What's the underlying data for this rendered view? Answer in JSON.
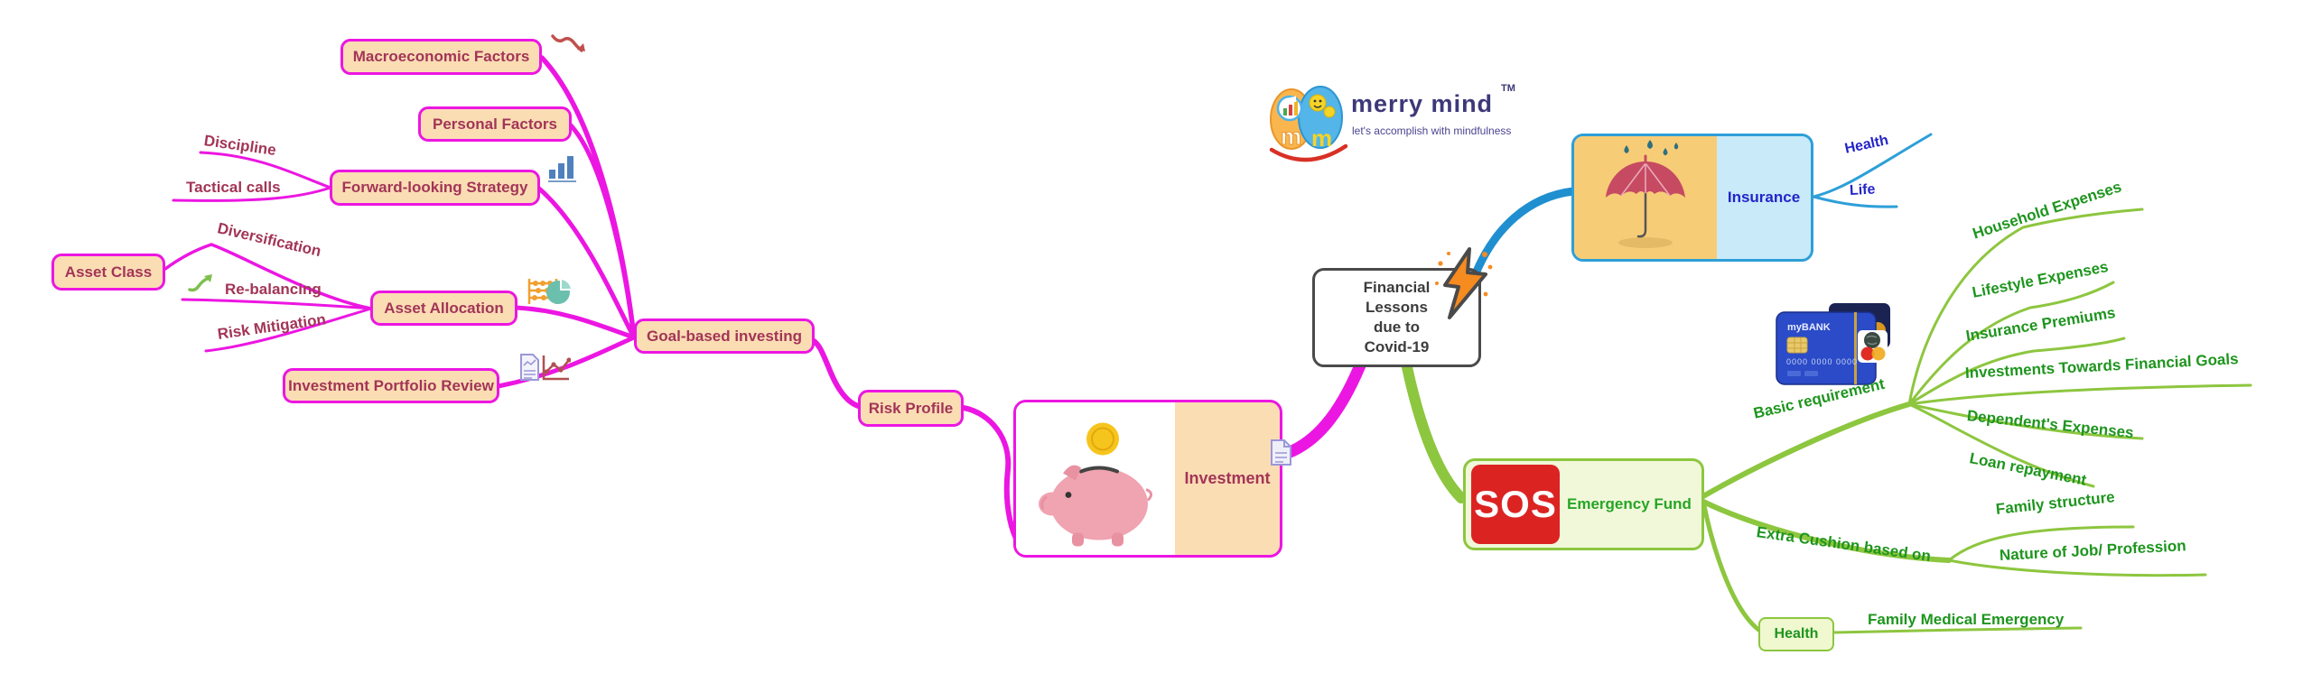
{
  "brand": {
    "name": "merry mind",
    "tm": "TM",
    "tagline": "let's accomplish with mindfulness"
  },
  "central": {
    "title": "Financial\nLessons\ndue to\nCovid-19"
  },
  "branches": {
    "insurance": {
      "label": "Insurance",
      "health": "Health",
      "life": "Life"
    },
    "emergency_fund": {
      "label": "Emergency Fund",
      "badge": "SOS",
      "basic_requirement": {
        "label": "Basic requirement",
        "card": "myBANK",
        "household": "Household Expenses",
        "lifestyle": "Lifestyle Expenses",
        "premiums": "Insurance Premiums",
        "investments": "Investments Towards Financial Goals",
        "dependents": "Dependent's Expenses",
        "loan": "Loan repayment"
      },
      "extra_cushion": {
        "label": "Extra Cushion based on",
        "family_structure": "Family structure",
        "nature_of_job": "Nature of Job/ Profession"
      },
      "health": {
        "label": "Health",
        "family_medical": "Family Medical Emergency"
      }
    },
    "investment": {
      "label": "Investment",
      "risk_profile": "Risk Profile",
      "goal_based": {
        "label": "Goal-based investing",
        "macroeconomic": "Macroeconomic Factors",
        "personal": "Personal Factors",
        "forward": {
          "label": "Forward-looking Strategy",
          "discipline": "Discipline",
          "tactical": "Tactical calls"
        },
        "asset_allocation": {
          "label": "Asset Allocation",
          "diversification": "Diversification",
          "asset_class": "Asset Class",
          "rebalancing": "Re-balancing",
          "risk_mitigation": "Risk Mitigation"
        },
        "portfolio_review": "Investment Portfolio Review"
      }
    }
  },
  "colors": {
    "magenta": "#EC16E2",
    "blue_line": "#1F8FD0",
    "green_line": "#8DC63F",
    "green_text": "#1E951E",
    "maroon_text": "#A23557",
    "blue_text": "#2424C8",
    "node_fill": "#FBDDB4",
    "sos_red": "#DB2422"
  }
}
